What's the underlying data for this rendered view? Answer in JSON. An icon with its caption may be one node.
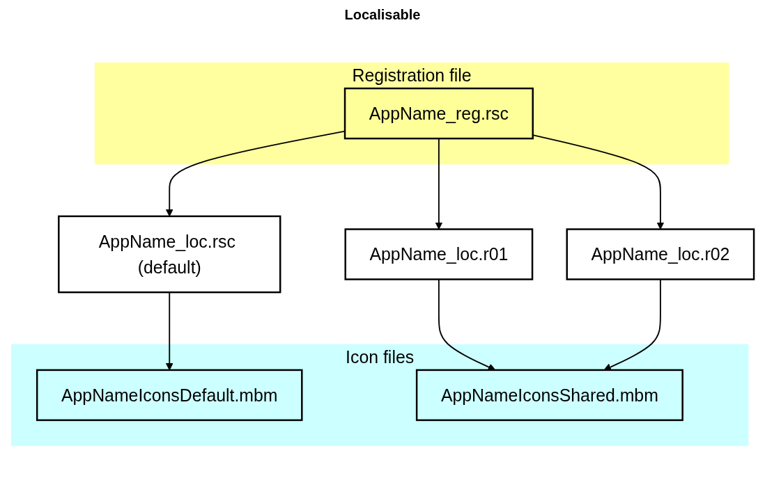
{
  "diagram": {
    "nodes": [
      {
        "text": [
          "Registration file"
        ]
      },
      {
        "text": [
          "AppName_reg.rsc"
        ],
        "in": 0
      },
      {
        "text": [
          "AppName_loc.rsc (default)"
        ]
      },
      {
        "text": [
          "AppName_loc.r01"
        ]
      },
      {
        "text": [
          "AppName_loc.r02"
        ]
      },
      {
        "text": [
          "Icon files"
        ]
      },
      {
        "text": [
          "AppNameIconsDefault.mbm"
        ],
        "in": 5
      },
      {
        "text": [
          "AppNameIconsShared.mbm"
        ],
        "in": 5
      }
    ],
    "edges": [
      {
        "from": 1,
        "to": 2,
        "arrow": "to"
      },
      {
        "from": 1,
        "to": 3,
        "arrow": "to"
      },
      {
        "from": 1,
        "to": 4,
        "arrow": "to"
      },
      {
        "from": 2,
        "to": 6,
        "arrow": "to"
      },
      {
        "from": 3,
        "to": 7,
        "arrow": "to"
      },
      {
        "from": 4,
        "to": 7,
        "arrow": "to"
      }
    ],
    "labels": [
      "Localisable"
    ]
  }
}
